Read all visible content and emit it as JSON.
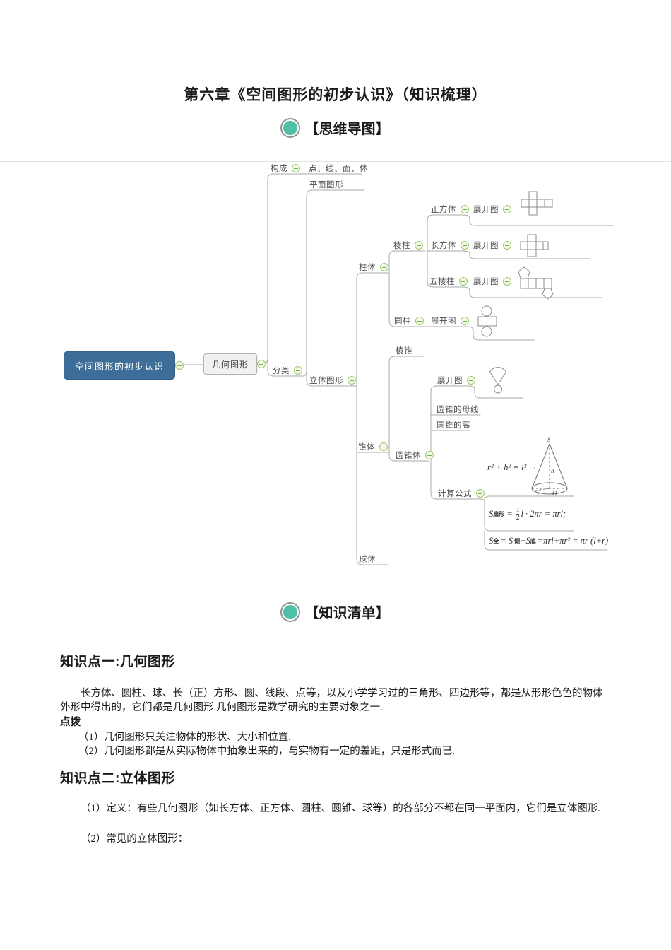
{
  "page": {
    "title": "第六章《空间图形的初步认识》（知识梳理）",
    "section_mindmap": "【思维导图】",
    "section_knowledge": "【知识清单】"
  },
  "mindmap": {
    "root": "空间图形的初步认识",
    "geometry": "几何图形",
    "composition": "构成",
    "composition_items": "点、线、面、体",
    "classification": "分类",
    "plane_figure": "平面图形",
    "solid_figure": "立体图形",
    "prism_group": "柱体",
    "prism": "棱柱",
    "cube": "正方体",
    "cuboid": "长方体",
    "pentagonal_prism": "五棱柱",
    "cylinder": "圆柱",
    "net": "展开图",
    "cone_group": "锥体",
    "pyramid": "棱锥",
    "cone": "圆锥体",
    "cone_generatrix": "圆锥的母线",
    "cone_height": "圆锥的高",
    "formula_label": "计算公式",
    "sphere": "球体",
    "formula_pythagorean": "r² + h² = l²",
    "formula_lateral": {
      "s": "S",
      "sub": "扇形",
      "eq": "=",
      "num": "1",
      "den": "2",
      "rest": "l · 2πr = πrl;"
    },
    "formula_total": {
      "s1": "S",
      "sub1": "全",
      "m1": "= S",
      "sub2": "侧",
      "m2": "+S",
      "sub3": "底",
      "rest": "=πrl+πr² = πr (l+r)"
    },
    "cone_diagram": {
      "apex": "S",
      "slant": "l",
      "height": "h",
      "radius": "r",
      "center": "O"
    }
  },
  "knowledge": {
    "kp1": {
      "title": "知识点一:几何图形",
      "para": "长方体、圆柱、球、长（正）方形、圆、线段、点等，以及小学学习过的三角形、四边形等，都是从形形色色的物体外形中得出的，它们都是几何图形.几何图形是数学研究的主要对象之一.",
      "tip_label": "点拨",
      "tips": [
        "（1）几何图形只关注物体的形状、大小和位置.",
        "（2）几何图形都是从实际物体中抽象出来的，与实物有一定的差距，只是形式而已."
      ]
    },
    "kp2": {
      "title": "知识点二:立体图形",
      "items": [
        "（1）定义：有些几何图形（如长方体、正方体、圆柱、圆锥、球等）的各部分不都在同一平面内，它们是立体图形.",
        "（2）常见的立体图形："
      ]
    }
  },
  "colors": {
    "accent_teal": "#4fc0a8",
    "root_blue": "#3d6e99",
    "icon_green": "#9cc868"
  }
}
